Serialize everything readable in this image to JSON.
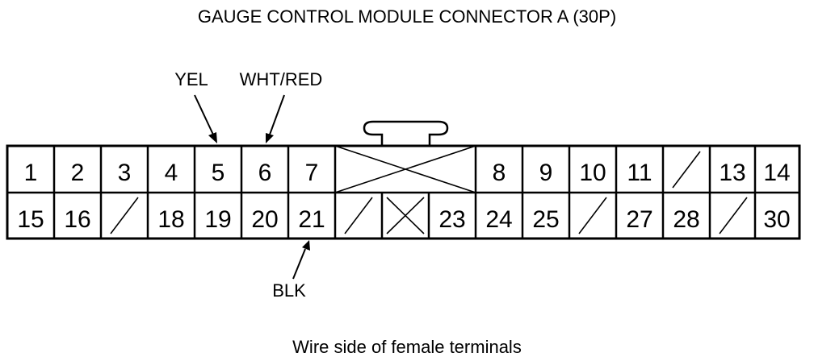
{
  "title": "GAUGE CONTROL MODULE CONNECTOR A (30P)",
  "caption": "Wire side of female terminals",
  "wires": {
    "yel": "YEL",
    "wht_red": "WHT/RED",
    "blk": "BLK"
  },
  "connector": {
    "pin_count": 30,
    "top_row": [
      "1",
      "2",
      "3",
      "4",
      "5",
      "6",
      "7",
      "",
      "8",
      "9",
      "10",
      "11",
      "",
      "13",
      "14"
    ],
    "bottom_row": [
      "15",
      "16",
      "",
      "18",
      "19",
      "20",
      "21",
      "",
      "",
      "23",
      "24",
      "25",
      "",
      "27",
      "28",
      "",
      "30"
    ]
  }
}
